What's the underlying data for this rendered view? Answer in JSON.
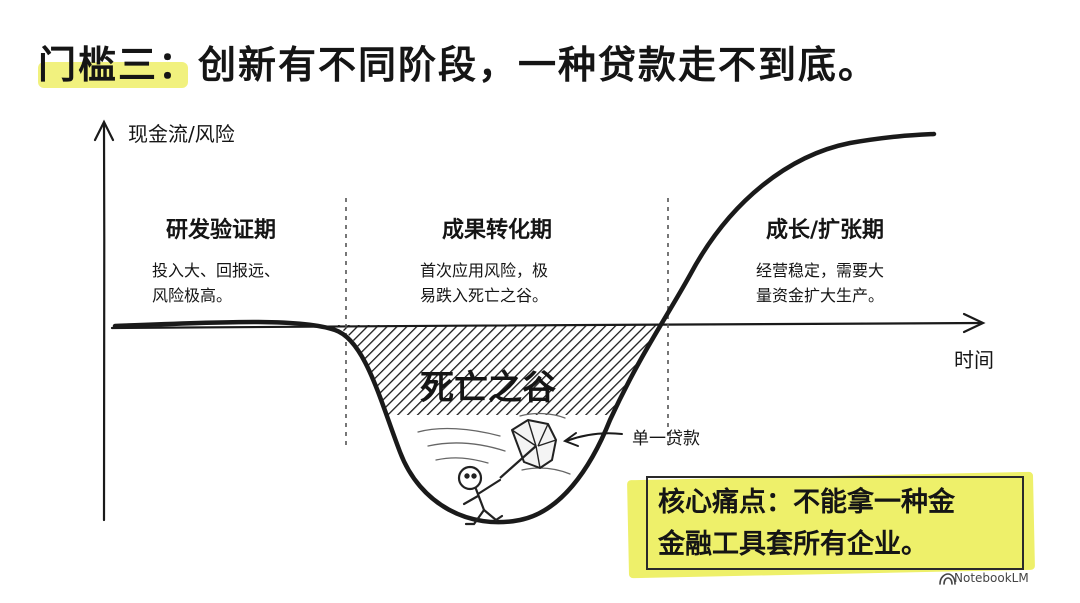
{
  "title": "门槛三：创新有不同阶段，一种贷款走不到底。",
  "axes": {
    "y_label": "现金流/风险",
    "x_label": "时间"
  },
  "stages": [
    {
      "title": "研发验证期",
      "desc_line1": "投入大、回报远、",
      "desc_line2": "风险极高。"
    },
    {
      "title": "成果转化期",
      "desc_line1": "首次应用风险，极",
      "desc_line2": "易跌入死亡之谷。"
    },
    {
      "title": "成长/扩张期",
      "desc_line1": "经营稳定，需要大",
      "desc_line2": "量资金扩大生产。"
    }
  ],
  "valley_label": "死亡之谷",
  "annotation": "单一贷款",
  "callout": {
    "line1": "核心痛点：不能拿一种金",
    "line2": "金融工具套所有企业。"
  },
  "watermark": "NotebookLM",
  "icons": [
    "umbrella-icon",
    "stick-figure-icon",
    "notebooklm-logo-icon"
  ],
  "colors": {
    "highlight": "#eef06a",
    "ink": "#151515"
  }
}
